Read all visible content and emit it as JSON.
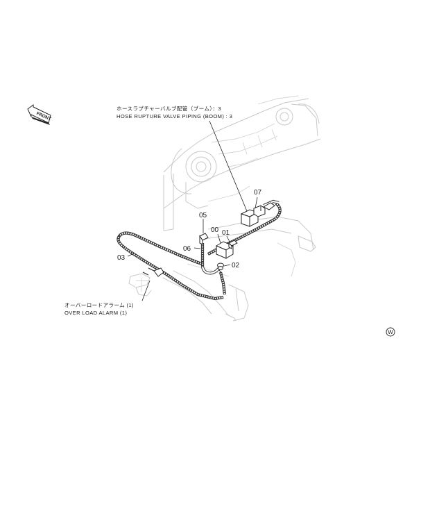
{
  "callouts": {
    "hose_rupture_jp": "ホースラプチャーバルブ配管（ブーム）：3",
    "hose_rupture_en": "HOSE RUPTURE VALVE PIPING (BOOM) : 3",
    "over_load_jp": "オーバーロードアラーム (1)",
    "over_load_en": "OVER LOAD ALARM (1)"
  },
  "parts": {
    "p00": "00",
    "p01": "01",
    "p02": "02",
    "p03": "03",
    "p05": "05",
    "p06": "06",
    "p07": "07"
  },
  "direction_tag": "FRONT",
  "corner_mark": "W",
  "icons": {
    "front_arrow": "front-arrow-icon",
    "corner_badge": "circled-letter-icon"
  },
  "colors": {
    "ink": "#222222",
    "ghost": "#c9c9c9"
  }
}
